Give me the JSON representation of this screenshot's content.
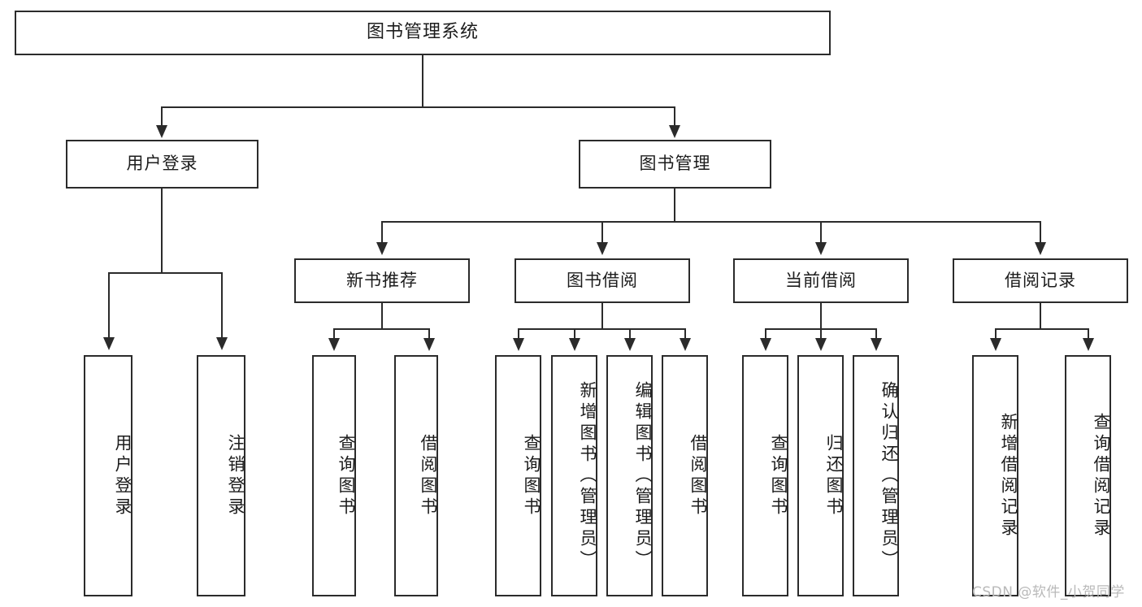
{
  "diagram": {
    "type": "tree",
    "title": "图书管理系统",
    "root": {
      "label": "图书管理系统"
    },
    "level2": [
      {
        "label": "用户登录"
      },
      {
        "label": "图书管理"
      }
    ],
    "level3": [
      {
        "label": "新书推荐"
      },
      {
        "label": "图书借阅"
      },
      {
        "label": "当前借阅"
      },
      {
        "label": "借阅记录"
      }
    ],
    "leaves": {
      "user_login": [
        {
          "label": "用户登录"
        },
        {
          "label": "注销登录"
        }
      ],
      "new_book_recommend": [
        {
          "label": "查询图书"
        },
        {
          "label": "借阅图书"
        }
      ],
      "book_borrow": [
        {
          "label": "查询图书"
        },
        {
          "label": "新增图书（管理员）"
        },
        {
          "label": "编辑图书（管理员）"
        },
        {
          "label": "借阅图书"
        }
      ],
      "current_borrow": [
        {
          "label": "查询图书"
        },
        {
          "label": "归还图书"
        },
        {
          "label": "确认归还（管理员）"
        }
      ],
      "borrow_record": [
        {
          "label": "新增借阅记录"
        },
        {
          "label": "查询借阅记录"
        }
      ]
    }
  },
  "watermark": {
    "text": "CSDN @软件_小贺同学"
  },
  "colors": {
    "stroke": "#2b2b2b",
    "background": "#ffffff",
    "text": "#1c1c1c",
    "watermark": "#b9b9b9"
  }
}
